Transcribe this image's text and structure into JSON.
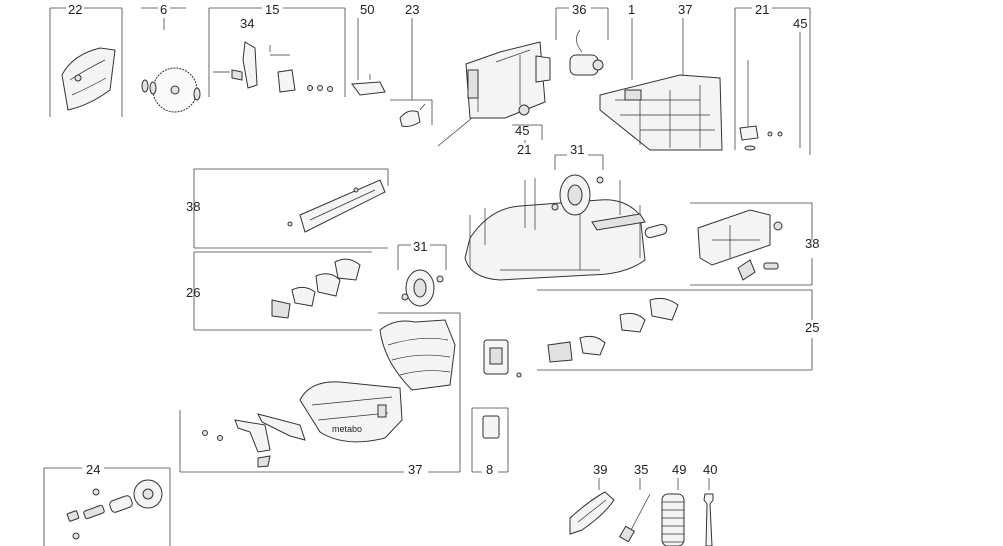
{
  "diagram": {
    "callouts": [
      {
        "id": "c22",
        "text": "22"
      },
      {
        "id": "c6",
        "text": "6"
      },
      {
        "id": "c15",
        "text": "15"
      },
      {
        "id": "c34",
        "text": "34"
      },
      {
        "id": "c50",
        "text": "50"
      },
      {
        "id": "c23",
        "text": "23"
      },
      {
        "id": "c36",
        "text": "36"
      },
      {
        "id": "c1",
        "text": "1"
      },
      {
        "id": "c37top",
        "text": "37"
      },
      {
        "id": "c21top",
        "text": "21"
      },
      {
        "id": "c45right",
        "text": "45"
      },
      {
        "id": "c45mid",
        "text": "45"
      },
      {
        "id": "c21mid",
        "text": "21"
      },
      {
        "id": "c31top",
        "text": "31"
      },
      {
        "id": "c38left",
        "text": "38"
      },
      {
        "id": "c38right",
        "text": "38"
      },
      {
        "id": "c31left",
        "text": "31"
      },
      {
        "id": "c26",
        "text": "26"
      },
      {
        "id": "c25",
        "text": "25"
      },
      {
        "id": "c37bottom",
        "text": "37"
      },
      {
        "id": "c8",
        "text": "8"
      },
      {
        "id": "c24",
        "text": "24"
      },
      {
        "id": "c39",
        "text": "39"
      },
      {
        "id": "c35",
        "text": "35"
      },
      {
        "id": "c49",
        "text": "49"
      },
      {
        "id": "c40",
        "text": "40"
      }
    ],
    "logo_text": "metabo"
  }
}
